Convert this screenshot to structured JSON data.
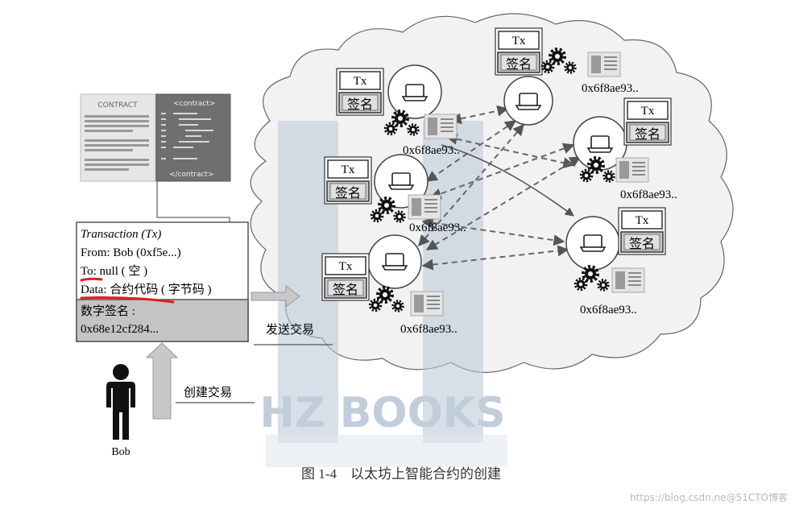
{
  "contract": {
    "header": "CONTRACT",
    "code_open": "<contract>",
    "code_close": "</contract>"
  },
  "transaction": {
    "title": "Transaction (Tx)",
    "from": "From: Bob (0xf5e...)",
    "to": "To: null ( 空 )",
    "data": "Data: 合约代码 ( 字节码 )",
    "sig_label": "数字签名 :",
    "sig_value": "0x68e12cf284..."
  },
  "arrows": {
    "send": "发送交易",
    "create": "创建交易"
  },
  "person": {
    "name": "Bob"
  },
  "nodes": {
    "tx_label": "Tx",
    "sign_label": "签名",
    "address": "0x6f8ae93.."
  },
  "watermark": {
    "text": "HZ BOOKS"
  },
  "caption": "图 1-4　以太坊上智能合约的创建",
  "source": "https://blog.csdn.ne@51CTO博客"
}
